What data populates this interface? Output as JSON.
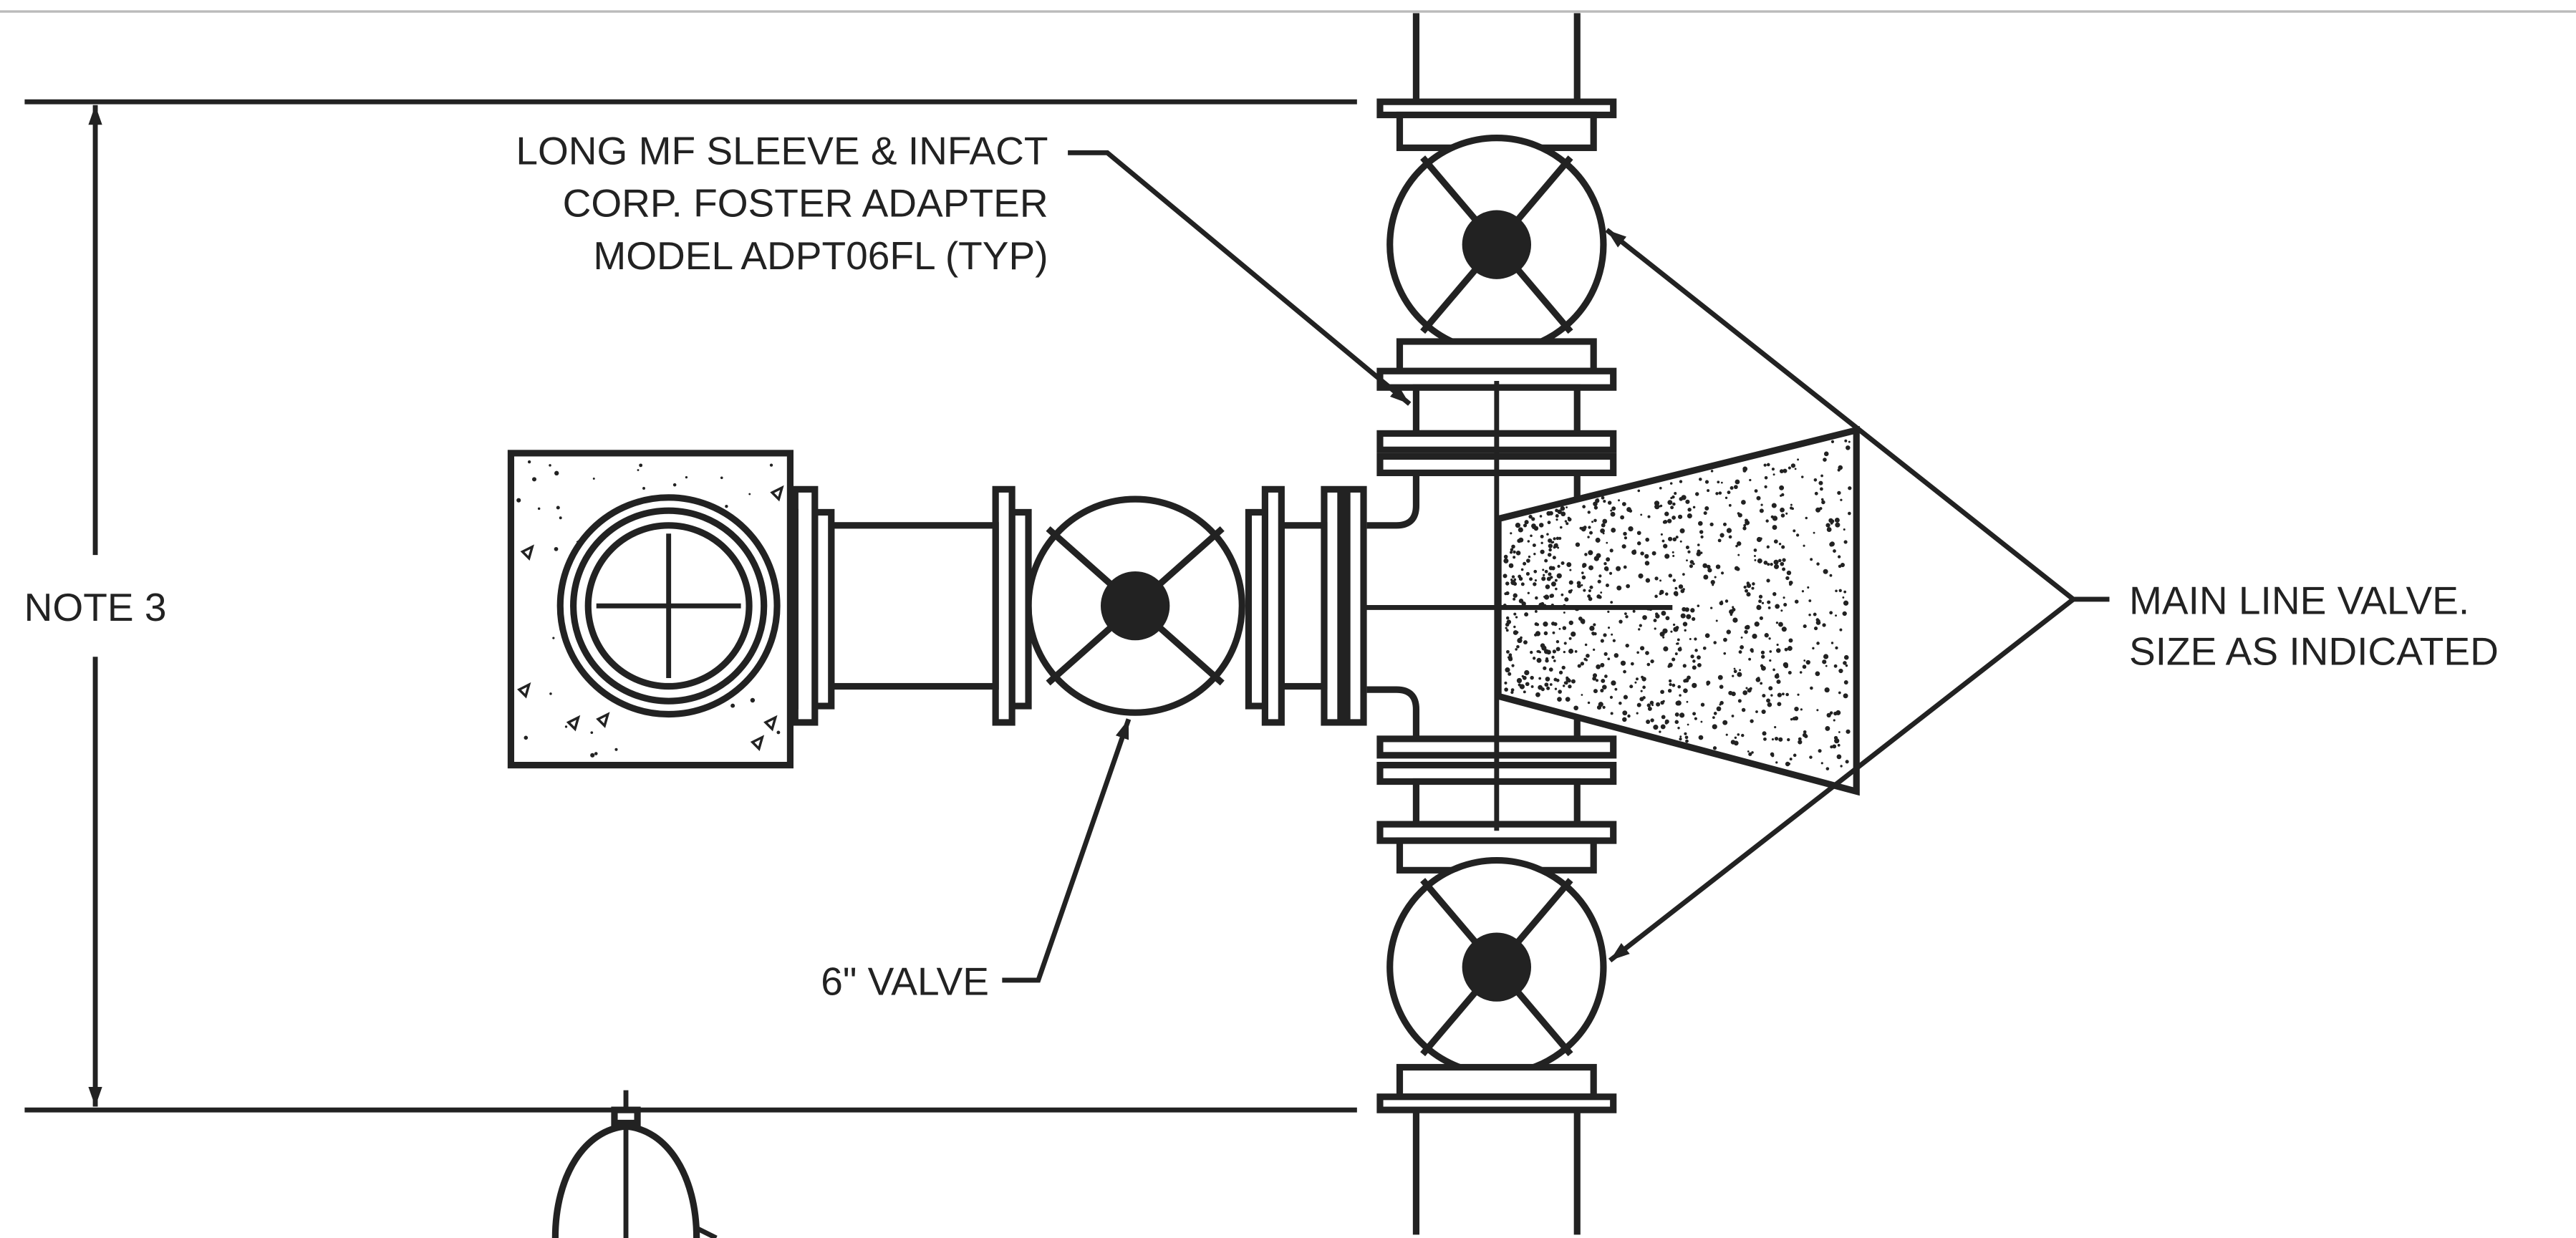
{
  "labels": {
    "adapter_line1": "LONG MF SLEEVE & INFACT",
    "adapter_line2": "CORP. FOSTER ADAPTER",
    "adapter_line3": "MODEL ADPT06FL (TYP)",
    "main_valve_line1": "MAIN LINE VALVE.",
    "main_valve_line2": "SIZE AS INDICATED",
    "note": "NOTE 3",
    "branch_valve": "6\" VALVE"
  },
  "colors": {
    "line": "#222222",
    "background": "#ffffff",
    "top_rule": "#bbbbbb"
  }
}
